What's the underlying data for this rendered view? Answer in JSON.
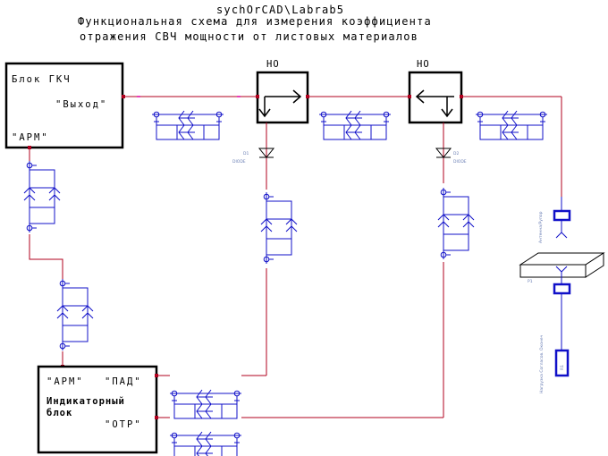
{
  "title": {
    "line0": "sychOrCAD\\Labrab5",
    "line1": "Функциональная схема для измерения коэффициента",
    "line2": "отражения СВЧ мощности от листовых материалов"
  },
  "generator": {
    "name": "Блок ГКЧ",
    "output": "\"Выход\"",
    "arm": "\"АРМ\""
  },
  "coupler1": {
    "label": "НО"
  },
  "coupler2": {
    "label": "НО"
  },
  "indicator": {
    "arm": "\"АРМ\"",
    "pad": "\"ПАД\"",
    "name_line1": "Индикаторный",
    "name_line2": "блок",
    "otr": "\"ОТР\""
  },
  "detector1": {
    "line1": "D1",
    "line2": "DIODE"
  },
  "detector2": {
    "line1": "D2",
    "line2": "DIODE"
  },
  "antenna_label": "Антенна/Рупор",
  "sheet_label": "P1",
  "load_label": "Нагрузка Согласов. Оконеч",
  "load_box_label": "R1"
}
